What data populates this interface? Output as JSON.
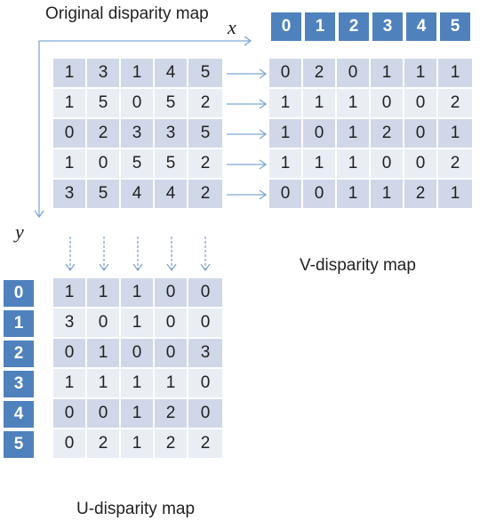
{
  "titles": {
    "original": "Original disparity map",
    "v_map": "V-disparity map",
    "u_map": "U-disparity map"
  },
  "axes": {
    "x": "x",
    "y": "y"
  },
  "colors": {
    "header_blue": "#4f81bd",
    "row_dark": "#cfd7e8",
    "row_light": "#e9edf4",
    "arrow": "#7ea6d6"
  },
  "original_map": [
    [
      "1",
      "3",
      "1",
      "4",
      "5"
    ],
    [
      "1",
      "5",
      "0",
      "5",
      "2"
    ],
    [
      "0",
      "2",
      "3",
      "3",
      "5"
    ],
    [
      "1",
      "0",
      "5",
      "5",
      "2"
    ],
    [
      "3",
      "5",
      "4",
      "4",
      "2"
    ]
  ],
  "v_header": [
    "0",
    "1",
    "2",
    "3",
    "4",
    "5"
  ],
  "v_map": [
    [
      "0",
      "2",
      "0",
      "1",
      "1",
      "1"
    ],
    [
      "1",
      "1",
      "1",
      "0",
      "0",
      "2"
    ],
    [
      "1",
      "0",
      "1",
      "2",
      "0",
      "1"
    ],
    [
      "1",
      "1",
      "1",
      "0",
      "0",
      "2"
    ],
    [
      "0",
      "0",
      "1",
      "1",
      "2",
      "1"
    ]
  ],
  "u_header": [
    "0",
    "1",
    "2",
    "3",
    "4",
    "5"
  ],
  "u_map": [
    [
      "1",
      "1",
      "1",
      "0",
      "0"
    ],
    [
      "3",
      "0",
      "1",
      "0",
      "0"
    ],
    [
      "0",
      "1",
      "0",
      "0",
      "3"
    ],
    [
      "1",
      "1",
      "1",
      "1",
      "0"
    ],
    [
      "0",
      "0",
      "1",
      "2",
      "0"
    ],
    [
      "0",
      "2",
      "1",
      "2",
      "2"
    ]
  ]
}
